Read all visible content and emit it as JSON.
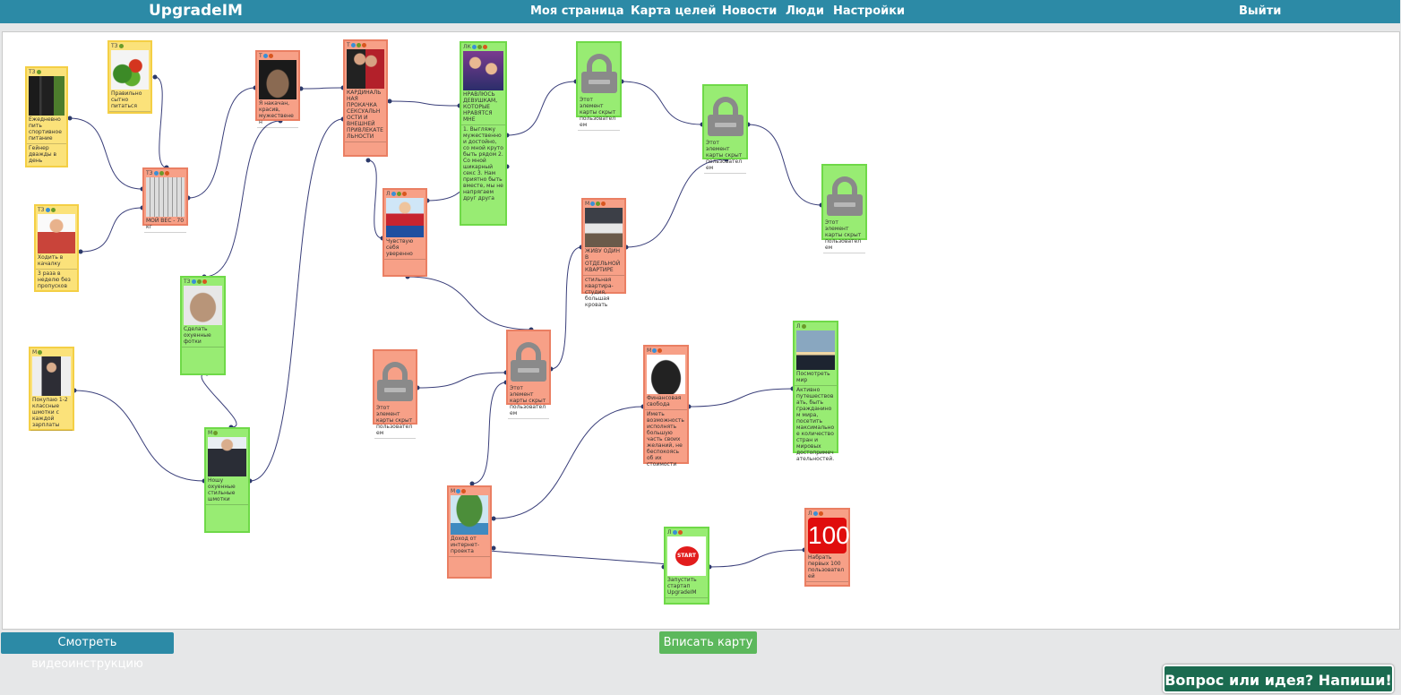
{
  "header": {
    "brand": "UpgradeIM",
    "nav": [
      "Моя страница",
      "Карта целей",
      "Новости",
      "Люди",
      "Настройки"
    ],
    "logout": "Выйти"
  },
  "colors": {
    "accent": "#2c8aa6",
    "goal_yellow": "#fbe27a",
    "goal_red": "#f7a087",
    "goal_green": "#98ec73",
    "link": "#3a3f7a"
  },
  "nodes": [
    {
      "id": "n1",
      "tag": "ТЗ",
      "icons": [
        "leaf"
      ],
      "title": "Ежедневно пить спортивное питание",
      "sub": "Гейнер дважды в день",
      "pic": "supplements-photo"
    },
    {
      "id": "n2",
      "tag": "ТЗ",
      "icons": [
        "leaf"
      ],
      "title": "Правильно сытно питаться",
      "sub": "",
      "pic": "vegetables-photo"
    },
    {
      "id": "n3",
      "tag": "ТЗ",
      "icons": [
        "globe",
        "leaf"
      ],
      "title": "Ходить в качалку",
      "sub": "3 раза в неделю без пропусков",
      "pic": "gym-man-photo"
    },
    {
      "id": "n4",
      "tag": "ТЗ",
      "icons": [
        "globe",
        "leaf",
        "cancel"
      ],
      "title": "МОЙ ВЕС - 70 кг",
      "sub": "",
      "pic": "scale-photo"
    },
    {
      "id": "n5",
      "tag": "Т",
      "icons": [
        "globe",
        "cancel"
      ],
      "title": "Я накачан, красив, мужественен",
      "sub": "",
      "pic": "muscle-man-photo"
    },
    {
      "id": "n6",
      "tag": "Т",
      "icons": [
        "globe",
        "leaf",
        "cancel"
      ],
      "title": "КАРДИНАЛЬНАЯ ПРОКАЧКА СЕКСУАЛЬНОСТИ И ВНЕШНЕЙ ПРИВЛЕКАТЕЛЬНОСТИ",
      "sub": "",
      "pic": "couple-photo"
    },
    {
      "id": "n7",
      "tag": "ЛК",
      "icons": [
        "globe",
        "leaf",
        "cancel"
      ],
      "title": "НРАВЛЮСЬ ДЕВУШКАМ, КОТОРЫЕ НРАВЯТСЯ МНЕ",
      "sub": "1. Выгляжу мужественно и достойно, со мной круто быть рядом 2. Со мной шикарный секс 3. Нам приятно быть вместе, мы не напрягаем друг друга",
      "pic": "party-photo"
    },
    {
      "id": "n8",
      "tag": "Л",
      "icons": [
        "globe",
        "leaf",
        "cancel"
      ],
      "title": "Чувствую себя уверенно",
      "sub": "",
      "pic": "superhero-kid-photo"
    },
    {
      "id": "n9",
      "tag": "ТЗ",
      "icons": [
        "globe",
        "leaf",
        "cancel"
      ],
      "title": "Сделать охуенные фотки",
      "sub": "",
      "pic": "torso-photo"
    },
    {
      "id": "n10",
      "tag": "М",
      "icons": [
        "leaf"
      ],
      "title": "Покупаю 1-2 классные шмотки с каждой зарплаты",
      "sub": "",
      "pic": "suit-photo"
    },
    {
      "id": "n11",
      "tag": "М",
      "icons": [
        "leaf"
      ],
      "title": "Ношу охуенные стильные шмотки",
      "sub": "",
      "pic": "stylish-man-photo"
    },
    {
      "id": "n12",
      "tag": "",
      "icons": [],
      "title": "Этот элемент карты скрыт пользователем",
      "sub": "",
      "pic": "lock"
    },
    {
      "id": "n13",
      "tag": "",
      "icons": [],
      "title": "Этот элемент карты скрыт пользователем",
      "sub": "",
      "pic": "lock"
    },
    {
      "id": "n14",
      "tag": "",
      "icons": [],
      "title": "Этот элемент карты скрыт пользователем",
      "sub": "",
      "pic": "lock"
    },
    {
      "id": "n15",
      "tag": "М",
      "icons": [
        "globe",
        "leaf",
        "cancel"
      ],
      "title": "ЖИВУ ОДИН В ОТДЕЛЬНОЙ КВАРТИРЕ",
      "sub": "стильная квартира-студия, большая кровать",
      "pic": "apartment-photo"
    },
    {
      "id": "n16",
      "tag": "",
      "icons": [],
      "title": "Этот элемент карты скрыт пользователем",
      "sub": "",
      "pic": "lock"
    },
    {
      "id": "n17",
      "tag": "",
      "icons": [],
      "title": "Этот элемент карты скрыт пользователем",
      "sub": "",
      "pic": "lock"
    },
    {
      "id": "n18",
      "tag": "М",
      "icons": [
        "globe",
        "cancel"
      ],
      "title": "Финансовая свобода",
      "sub": "Иметь возможность исполнять большую часть своих желаний, не беспокоясь об их стоимости",
      "pic": "money-bag-photo"
    },
    {
      "id": "n19",
      "tag": "Л",
      "icons": [
        "leaf"
      ],
      "title": "Посмотреть мир",
      "sub": "Активно путешествовать, быть гражданином мира, посетить максимальное количество стран и мировых достопримечательностей.",
      "pic": "sunset-photo"
    },
    {
      "id": "n20",
      "tag": "М",
      "icons": [
        "globe",
        "cancel"
      ],
      "title": "Доход от интернет-проекта",
      "sub": "",
      "pic": "money-tree-photo"
    },
    {
      "id": "n21",
      "tag": "Л",
      "icons": [
        "globe",
        "cancel"
      ],
      "title": "Запустить стартап UpgradeIM",
      "sub": "",
      "pic": "start-button",
      "pic_text": "START"
    },
    {
      "id": "n22",
      "tag": "Л",
      "icons": [
        "globe",
        "cancel"
      ],
      "title": "Набрать первых 100 пользователей",
      "sub": "",
      "pic": "hundred-badge",
      "pic_text": "100"
    }
  ],
  "buttons": {
    "video": "Смотреть видеоинструкцию",
    "fit": "Вписать карту",
    "feedback": "Вопрос или идея? Напиши!"
  }
}
